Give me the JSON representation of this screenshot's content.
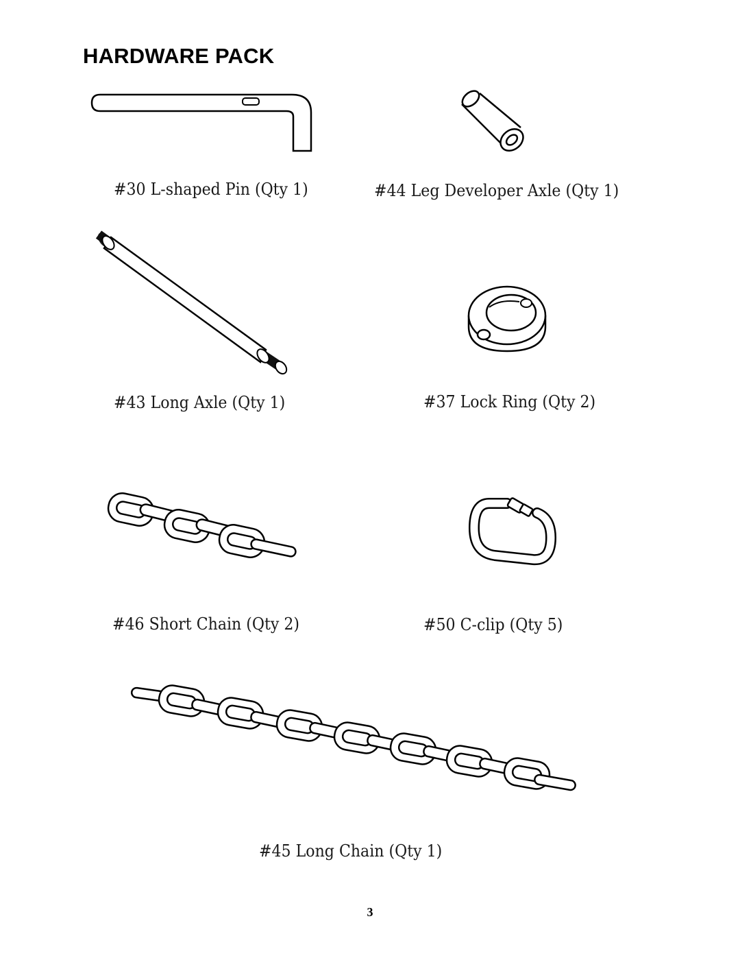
{
  "title": "HARDWARE PACK",
  "items": [
    {
      "part": "#30",
      "name": "L-shaped Pin",
      "qty": "(Qty 1)",
      "caption": "#30 L-shaped Pin (Qty 1)",
      "icon": "l-shaped-pin-icon"
    },
    {
      "part": "#44",
      "name": "Leg Developer Axle",
      "qty": "(Qty 1)",
      "caption": "#44 Leg Developer Axle (Qty 1)",
      "icon": "axle-tube-icon"
    },
    {
      "part": "#43",
      "name": "Long Axle",
      "qty": "(Qty 1)",
      "caption": "#43 Long Axle (Qty 1)",
      "icon": "long-axle-icon"
    },
    {
      "part": "#37",
      "name": "Lock Ring",
      "qty": "(Qty 2)",
      "caption": "#37 Lock Ring (Qty 2)",
      "icon": "lock-ring-icon"
    },
    {
      "part": "#46",
      "name": "Short Chain",
      "qty": "(Qty 2)",
      "caption": "#46 Short Chain (Qty 2)",
      "icon": "short-chain-icon"
    },
    {
      "part": "#50",
      "name": "C-clip",
      "qty": "(Qty 5)",
      "caption": "#50 C-clip (Qty 5)",
      "icon": "c-clip-icon"
    },
    {
      "part": "#45",
      "name": "Long Chain",
      "qty": "(Qty 1)",
      "caption": "#45 Long Chain (Qty 1)",
      "icon": "long-chain-icon"
    }
  ],
  "page_number": "3"
}
